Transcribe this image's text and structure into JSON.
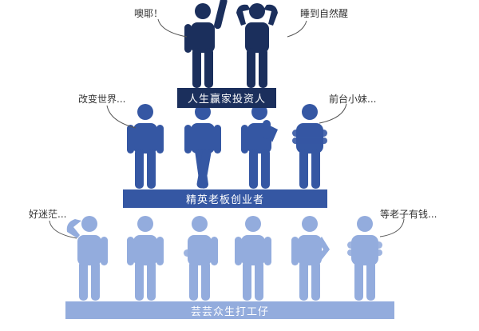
{
  "tiers": [
    {
      "label": "人生赢家投资人",
      "color": "#1b2f5c",
      "quotes": {
        "left": "噢耶！",
        "right": "睡到自然醒"
      }
    },
    {
      "label": "精英老板创业者",
      "color": "#3557a3",
      "quotes": {
        "left": "改变世界...",
        "right": "前台小妹..."
      }
    },
    {
      "label": "芸芸众生打工仔",
      "color": "#93acdd",
      "quotes": {
        "left": "好迷茫...",
        "right": "等老子有钱..."
      }
    }
  ]
}
